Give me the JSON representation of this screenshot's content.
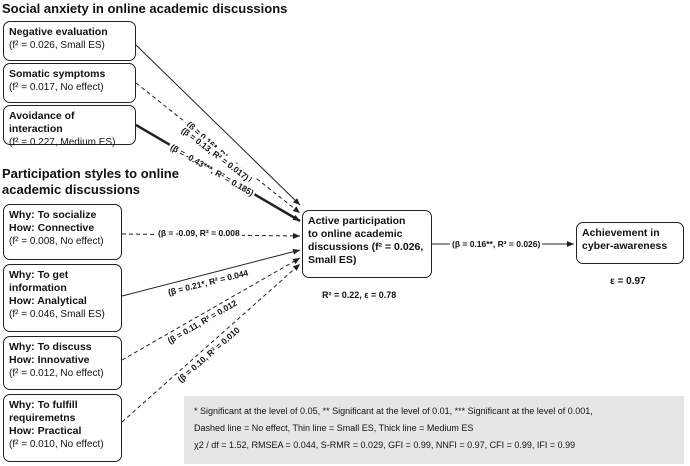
{
  "headings": {
    "social_anxiety": "Social anxiety in online academic discussions",
    "participation_styles_1": "Participation styles to online",
    "participation_styles_2": "academic discussions"
  },
  "nodes": {
    "negative_evaluation": {
      "title": "Negative evaluation",
      "sub": "(f² = 0.026, Small ES)"
    },
    "somatic_symptoms": {
      "title": "Somatic symptoms",
      "sub": "(f² = 0.017, No effect)"
    },
    "avoidance": {
      "title": "Avoidance of interaction",
      "sub": "(f² = 0.227, Medium ES)"
    },
    "socialize": {
      "l1": "Why: To socialize",
      "l2": "How: Connective",
      "l3": "(f² = 0.008, No effect)"
    },
    "information": {
      "l1": "Why: To get",
      "l2": "information",
      "l3": "How: Analytical",
      "l4": "(f² = 0.046, Small ES)"
    },
    "discuss": {
      "l1": "Why: To discuss",
      "l2": "How: Innovative",
      "l3": "(f² = 0.012, No effect)"
    },
    "fulfill": {
      "l1": "Why: To fulfill",
      "l2": "requiremetns",
      "l3": "How: Practical",
      "l4": "(f² = 0.010, No effect)"
    },
    "active": {
      "l1": "Active participation",
      "l2": "to online academic",
      "l3": "discussions (f² = 0.026,",
      "l4": "Small ES)",
      "r2": "R² = 0.22, ε = 0.78"
    },
    "achievement": {
      "l1": "Achievement in",
      "l2": "cyber-awareness",
      "eps": "ε = 0.97"
    }
  },
  "paths": {
    "negative": "(β = 0.16*, R² = 0.026)",
    "somatic": "(β = 0.13, R² = 0.017)",
    "avoidance": "(β = -0.43***, R² = 0.185)",
    "socialize": "(β = -0.09, R² = 0.008",
    "information": "(β = 0.21*, R² = 0.044",
    "discuss": "(β = 0.11, R² = 0.012",
    "fulfill": "(β = 0.10, R² = 0.010",
    "active_to_achievement": "(β = 0.16**, R² = 0.026)"
  },
  "legend": {
    "line1": "* Significant at the level of 0.05, ** Significant at the level of 0.01, *** Significant at the level of 0.001,",
    "line2": "Dashed line = No effect, Thin line = Small ES, Thick line = Medium ES",
    "line3": "χ2 / df = 1.52, RMSEA = 0.044, S-RMR = 0.029, GFI = 0.99, NNFI = 0.97, CFI = 0.99, IFI = 0.99"
  }
}
